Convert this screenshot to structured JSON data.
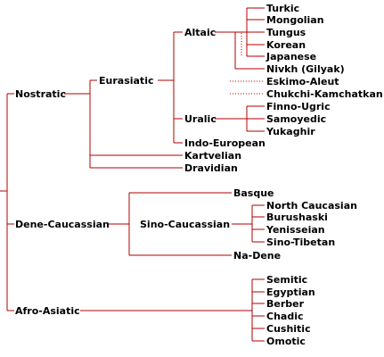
{
  "tree": {
    "root": [
      {
        "label": "Nostratic",
        "children": [
          {
            "label": "Eurasiatic",
            "children": [
              {
                "label": "Altaic",
                "children": [
                  {
                    "label": "Turkic"
                  },
                  {
                    "label": "Mongolian"
                  },
                  {
                    "label": "Tungus"
                  },
                  {
                    "label": "Korean"
                  },
                  {
                    "label": "Japanese"
                  }
                ]
              },
              {
                "label": "Nivkh (Gilyak)"
              },
              {
                "label": "Eskimo-Aleut"
              },
              {
                "label": "Chukchi-Kamchatkan"
              },
              {
                "label": "Uralic",
                "children": [
                  {
                    "label": "Finno-Ugric"
                  },
                  {
                    "label": "Samoyedic"
                  },
                  {
                    "label": "Yukaghir"
                  }
                ]
              },
              {
                "label": "Indo-European"
              }
            ]
          },
          {
            "label": "Kartvelian"
          },
          {
            "label": "Dravidian"
          }
        ]
      },
      {
        "label": "Dene-Caucassian",
        "children": [
          {
            "label": "Basque"
          },
          {
            "label": "Sino-Caucassian",
            "children": [
              {
                "label": "North Caucasian"
              },
              {
                "label": "Burushaski"
              },
              {
                "label": "Yenisseian"
              },
              {
                "label": "Sino-Tibetan"
              }
            ]
          },
          {
            "label": "Na-Dene"
          }
        ]
      },
      {
        "label": "Afro-Asiatic",
        "children": [
          {
            "label": "Semitic"
          },
          {
            "label": "Egyptian"
          },
          {
            "label": "Berber"
          },
          {
            "label": "Chadic"
          },
          {
            "label": "Cushitic"
          },
          {
            "label": "Omotic"
          }
        ]
      }
    ]
  }
}
